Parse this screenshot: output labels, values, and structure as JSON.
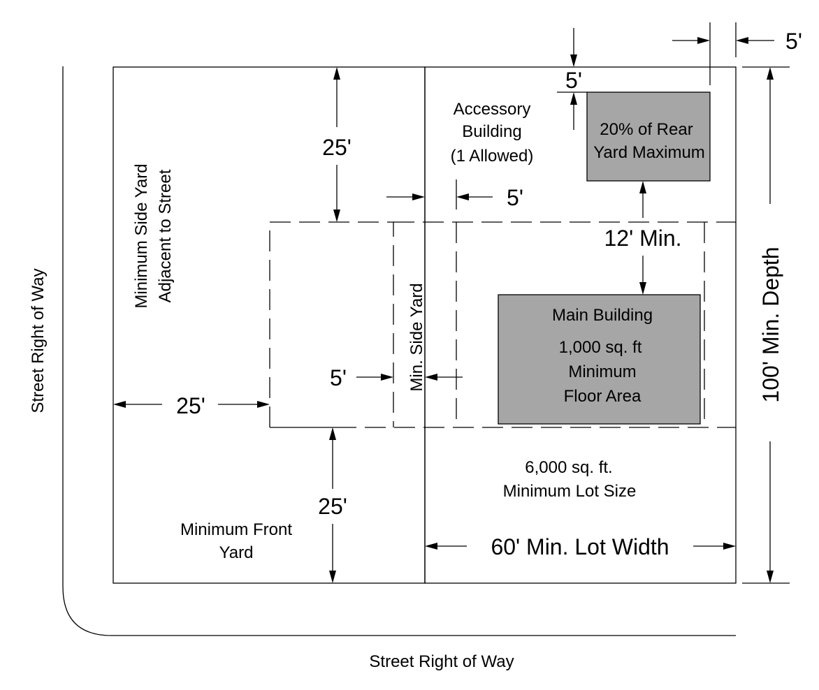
{
  "labels": {
    "street_right_of_way_left": "Street Right of Way",
    "street_right_of_way_bottom": "Street Right of Way",
    "min_side_yard_street_line1": "Minimum Side Yard",
    "min_side_yard_street_line2": "Adjacent to Street",
    "min_side_yard": "Min. Side Yard",
    "min_front_yard_line1": "Minimum Front",
    "min_front_yard_line2": "Yard",
    "accessory_line1": "Accessory",
    "accessory_line2": "Building",
    "accessory_line3": "(1 Allowed)",
    "rear_yard_line1": "20% of Rear",
    "rear_yard_line2": "Yard Maximum",
    "main_building_title": "Main Building",
    "main_building_line2": "1,000 sq. ft",
    "main_building_line3": "Minimum",
    "main_building_line4": "Floor Area",
    "lot_size_line1": "6,000 sq. ft.",
    "lot_size_line2": "Minimum Lot Size",
    "lot_width": "60' Min. Lot Width",
    "depth": "100' Min. Depth",
    "separation": "12' Min."
  },
  "dimensions": {
    "rear_setback_left": "25'",
    "side_setback_street": "25'",
    "front_setback": "25'",
    "side_setback_interior": "5'",
    "accessory_side": "5'",
    "accessory_rear": "5'",
    "accessory_side_right": "5'"
  },
  "colors": {
    "building_fill": "#a6a6a6",
    "line": "#000000"
  }
}
